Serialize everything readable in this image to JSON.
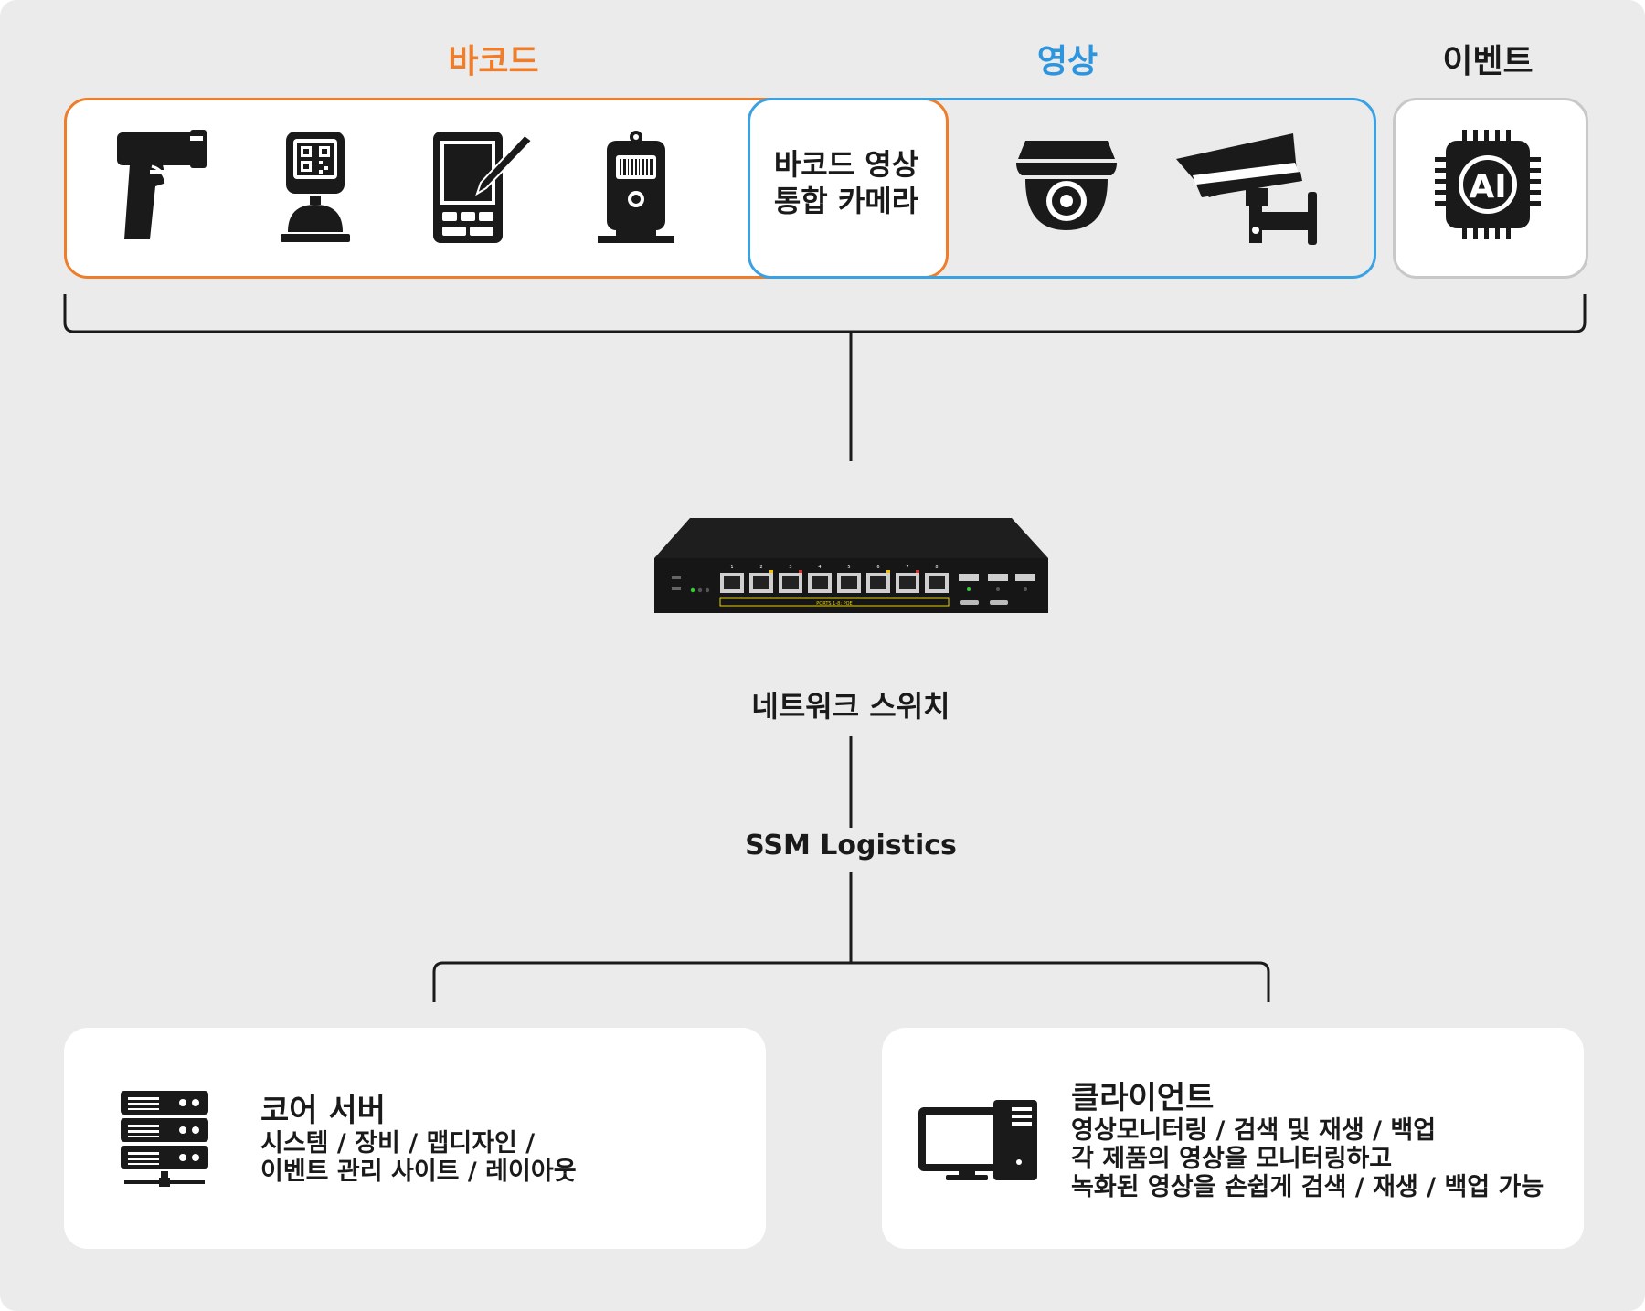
{
  "categories": {
    "barcode": "바코드",
    "video": "영상",
    "event": "이벤트"
  },
  "combined_camera": {
    "line1": "바코드 영상",
    "line2": "통합 카메라"
  },
  "switch": {
    "label": "네트워크 스위치",
    "panel_label": "PORTS 1-8: POE",
    "port_numbers": [
      "1",
      "2",
      "3",
      "4",
      "5",
      "6",
      "7",
      "8"
    ]
  },
  "software": {
    "label": "SSM Logistics"
  },
  "core_server": {
    "title": "코어 서버",
    "desc_line1": "시스템 / 장비 / 맵디자인 /",
    "desc_line2": "이벤트 관리 사이트 / 레이아웃"
  },
  "client": {
    "title": "클라이언트",
    "desc_line1": "영상모니터링 / 검색 및 재생 / 백업",
    "desc_line2": "각 제품의 영상을 모니터링하고",
    "desc_line3": "녹화된 영상을 손쉽게 검색 / 재생 / 백업 가능"
  },
  "icons": {
    "handheld_scanner": "barcode-scanner-icon",
    "qr_scanner": "qr-code-scanner-icon",
    "tablet": "tablet-stylus-icon",
    "fixed_scanner": "fixed-barcode-reader-icon",
    "dome_camera": "dome-camera-icon",
    "bullet_camera": "bullet-camera-icon",
    "ai_chip": "ai-chip-icon",
    "server": "server-rack-icon",
    "computer": "desktop-computer-icon"
  },
  "ai_chip_text": "AI",
  "colors": {
    "barcode_accent": "#ee7d2c",
    "video_accent": "#2c95dd",
    "event_border": "#c8c8c8",
    "background": "#ebebeb"
  }
}
